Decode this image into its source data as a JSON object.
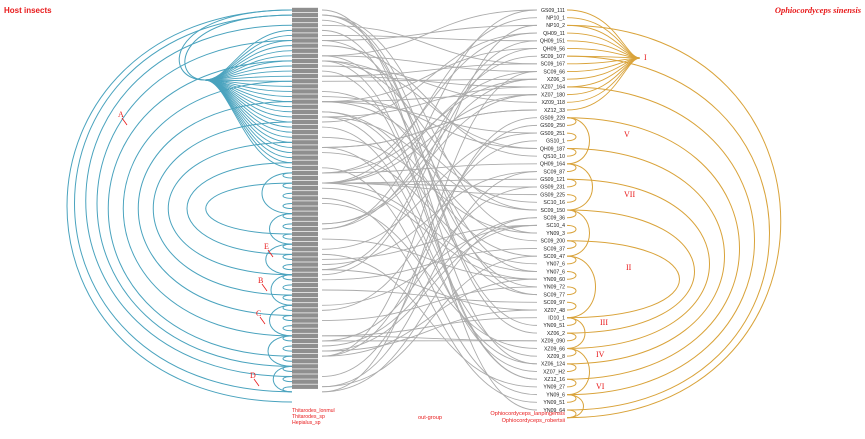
{
  "figure": {
    "left_title": "Host insects",
    "right_title": "Ophiocordyceps sinensis",
    "center_label": "out-group",
    "colors": {
      "host_tree": "#4aa3be",
      "fungus_tree": "#d9a33a",
      "links": "#ababab",
      "annotation": "#e8191a",
      "labels": "#222222"
    }
  },
  "host_tree": {
    "node_markers": [
      "A",
      "E",
      "B",
      "C",
      "D"
    ],
    "outgroup": [
      "Thitarodes_lonmul",
      "Thitarodes_sp",
      "Hepialus_sp"
    ]
  },
  "fungus_tree": {
    "clade_labels": [
      "I",
      "V",
      "VII",
      "II",
      "III",
      "IV",
      "VI"
    ],
    "leaves": [
      "GS09_111",
      "NP10_1",
      "NP10_2",
      "QH09_11",
      "QH09_151",
      "QH09_56",
      "SC09_107",
      "SC09_167",
      "SC09_66",
      "XZ06_3",
      "XZ07_164",
      "XZ07_180",
      "XZ09_118",
      "XZ12_33",
      "GS09_229",
      "GS09_250",
      "GS09_251",
      "GS10_1",
      "QH09_187",
      "QS10_10",
      "QH09_164",
      "SC09_87",
      "GS09_121",
      "GS09_231",
      "GS09_225",
      "SC10_16",
      "SC09_150",
      "SC09_36",
      "SC10_4",
      "YN09_3",
      "SC09_200",
      "SC09_37",
      "SC09_47",
      "YN07_6",
      "YN07_6",
      "YN09_60",
      "YN09_72",
      "SC09_77",
      "SC09_97",
      "XZ07_48",
      "ID10_1",
      "YN09_51",
      "XZ06_2",
      "XZ09_090",
      "XZ09_66",
      "XZ09_8",
      "XZ06_124",
      "XZ07_H2",
      "XZ12_16",
      "YN09_27",
      "YN09_6",
      "YN09_51",
      "YN09_64"
    ],
    "outgroup": [
      "Ophiocordyceps_lanpingensis",
      "Ophiocordyceps_robertsii"
    ]
  }
}
